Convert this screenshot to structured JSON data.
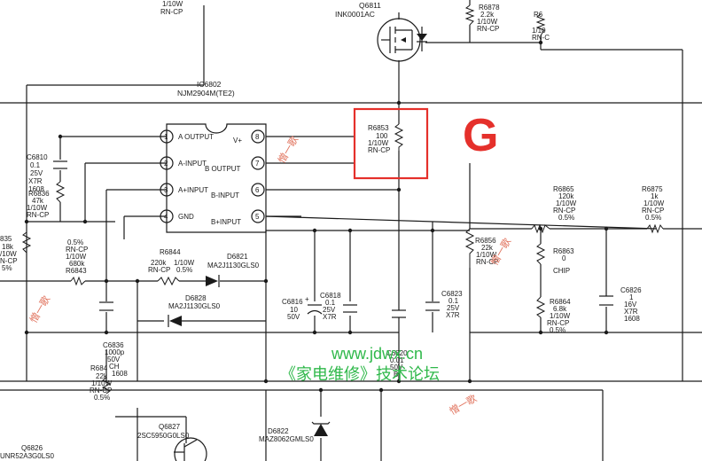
{
  "transistor_q6811": {
    "ref": "Q6811",
    "part": "INK0001AC"
  },
  "ic": {
    "ref": "IC6802",
    "part": "NJM2904M(TE2)",
    "pins": [
      {
        "num": "1",
        "name": "A OUTPUT"
      },
      {
        "num": "2",
        "name": "A-INPUT"
      },
      {
        "num": "3",
        "name": "A+INPUT"
      },
      {
        "num": "4",
        "name": "GND"
      },
      {
        "num": "8",
        "name": "V+"
      },
      {
        "num": "7",
        "name": "B OUTPUT"
      },
      {
        "num": "6",
        "name": "B-INPUT"
      },
      {
        "num": "5",
        "name": "B+INPUT"
      }
    ]
  },
  "resistors": {
    "r6853": [
      "R6853",
      "100",
      "1/10W",
      "RN-CP"
    ],
    "r6878": [
      "R6878",
      "2.2k",
      "1/10W",
      "RN-CP"
    ],
    "r_top_left": [
      "1/10W",
      "RN-CP"
    ],
    "r6877": [
      "R6",
      "1/10",
      "RN-C"
    ],
    "r6836": [
      "R6836",
      "47k",
      "1/10W",
      "RN-CP"
    ],
    "r6835": [
      "835",
      "18k",
      "/10W",
      "N-CP",
      "5%"
    ],
    "r6843": [
      "0.5%",
      "RN-CP",
      "1/10W",
      "680k",
      "R6843"
    ],
    "r6844": [
      "R6844",
      "220k",
      "RN-CP",
      "1/10W",
      "0.5%"
    ],
    "r6856": [
      "R6856",
      "22k",
      "1/10W",
      "RN-CP"
    ],
    "r6865": [
      "R6865",
      "120k",
      "1/10W",
      "RN-CP",
      "0.5%"
    ],
    "r6875": [
      "R6875",
      "1k",
      "1/10W",
      "RN-CP",
      "0.5%"
    ],
    "r6863": [
      "R6863",
      "0",
      "CHIP"
    ],
    "r6864": [
      "R6864",
      "6.8k",
      "1/10W",
      "RN-CP",
      "0.5%"
    ],
    "r6845": [
      "R684",
      "22k",
      "1/10W",
      "RN-CP",
      "0.5%"
    ]
  },
  "capacitors": {
    "c6810": [
      "C6810",
      "0.1",
      "25V",
      "X7R",
      "1608"
    ],
    "c6816": [
      "C6816",
      "10",
      "50V"
    ],
    "c6818": [
      "C6818",
      "0.1",
      "25V",
      "X7R"
    ],
    "c6823": [
      "C6823",
      "0.1",
      "25V",
      "X7R"
    ],
    "c6826": [
      "C6826",
      "1",
      "16V",
      "X7R",
      "1608"
    ],
    "c6836": [
      "C6836",
      "1000p",
      "50V",
      "CH",
      "1608"
    ],
    "c6820": [
      "C6820",
      "0.01",
      "50V",
      "B"
    ]
  },
  "diodes": {
    "d6821": [
      "D6821",
      "MA2J1130GLS0"
    ],
    "d6828": [
      "D6828",
      "MA2J1130GLS0"
    ],
    "d6822": [
      "D6822",
      "MAZ8062GMLS0"
    ]
  },
  "transistors": {
    "q6827": [
      "Q6827",
      "2SC5950G0LS0"
    ],
    "q6826": [
      "Q6826",
      "UNR52A3G0LS0"
    ]
  },
  "marker": {
    "letter": "G",
    "highlight_color": "#e5302b"
  },
  "watermark": {
    "url": "www.jdwx.cn",
    "forum": "《家电维修》技术论坛",
    "color": "#2fb84a"
  },
  "stamps": [
    "憎一歌",
    "憎一歌",
    "憎一歌",
    "憎一歌"
  ]
}
